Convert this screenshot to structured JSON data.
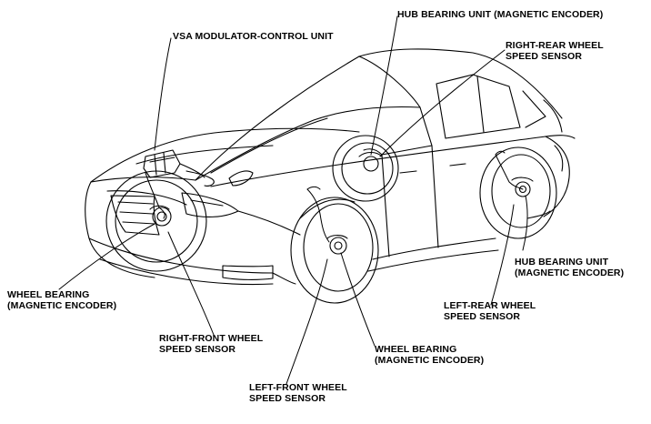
{
  "labels": {
    "vsa_unit": "VSA MODULATOR-CONTROL UNIT",
    "hub_rear_top": "HUB BEARING UNIT (MAGNETIC ENCODER)",
    "rr_sensor": [
      "RIGHT-REAR WHEEL",
      "SPEED SENSOR"
    ],
    "hub_rear_right": [
      "HUB BEARING UNIT",
      "(MAGNETIC ENCODER)"
    ],
    "lr_sensor": [
      "LEFT-REAR WHEEL",
      "SPEED SENSOR"
    ],
    "wb_left": [
      "WHEEL BEARING",
      "(MAGNETIC ENCODER)"
    ],
    "rf_sensor": [
      "RIGHT-FRONT WHEEL",
      "SPEED SENSOR"
    ],
    "wb_bottom": [
      "WHEEL BEARING",
      "(MAGNETIC ENCODER)"
    ],
    "lf_sensor": [
      "LEFT-FRONT WHEEL",
      "SPEED SENSOR"
    ]
  },
  "colors": {
    "ink": "#000000",
    "background": "#ffffff"
  }
}
